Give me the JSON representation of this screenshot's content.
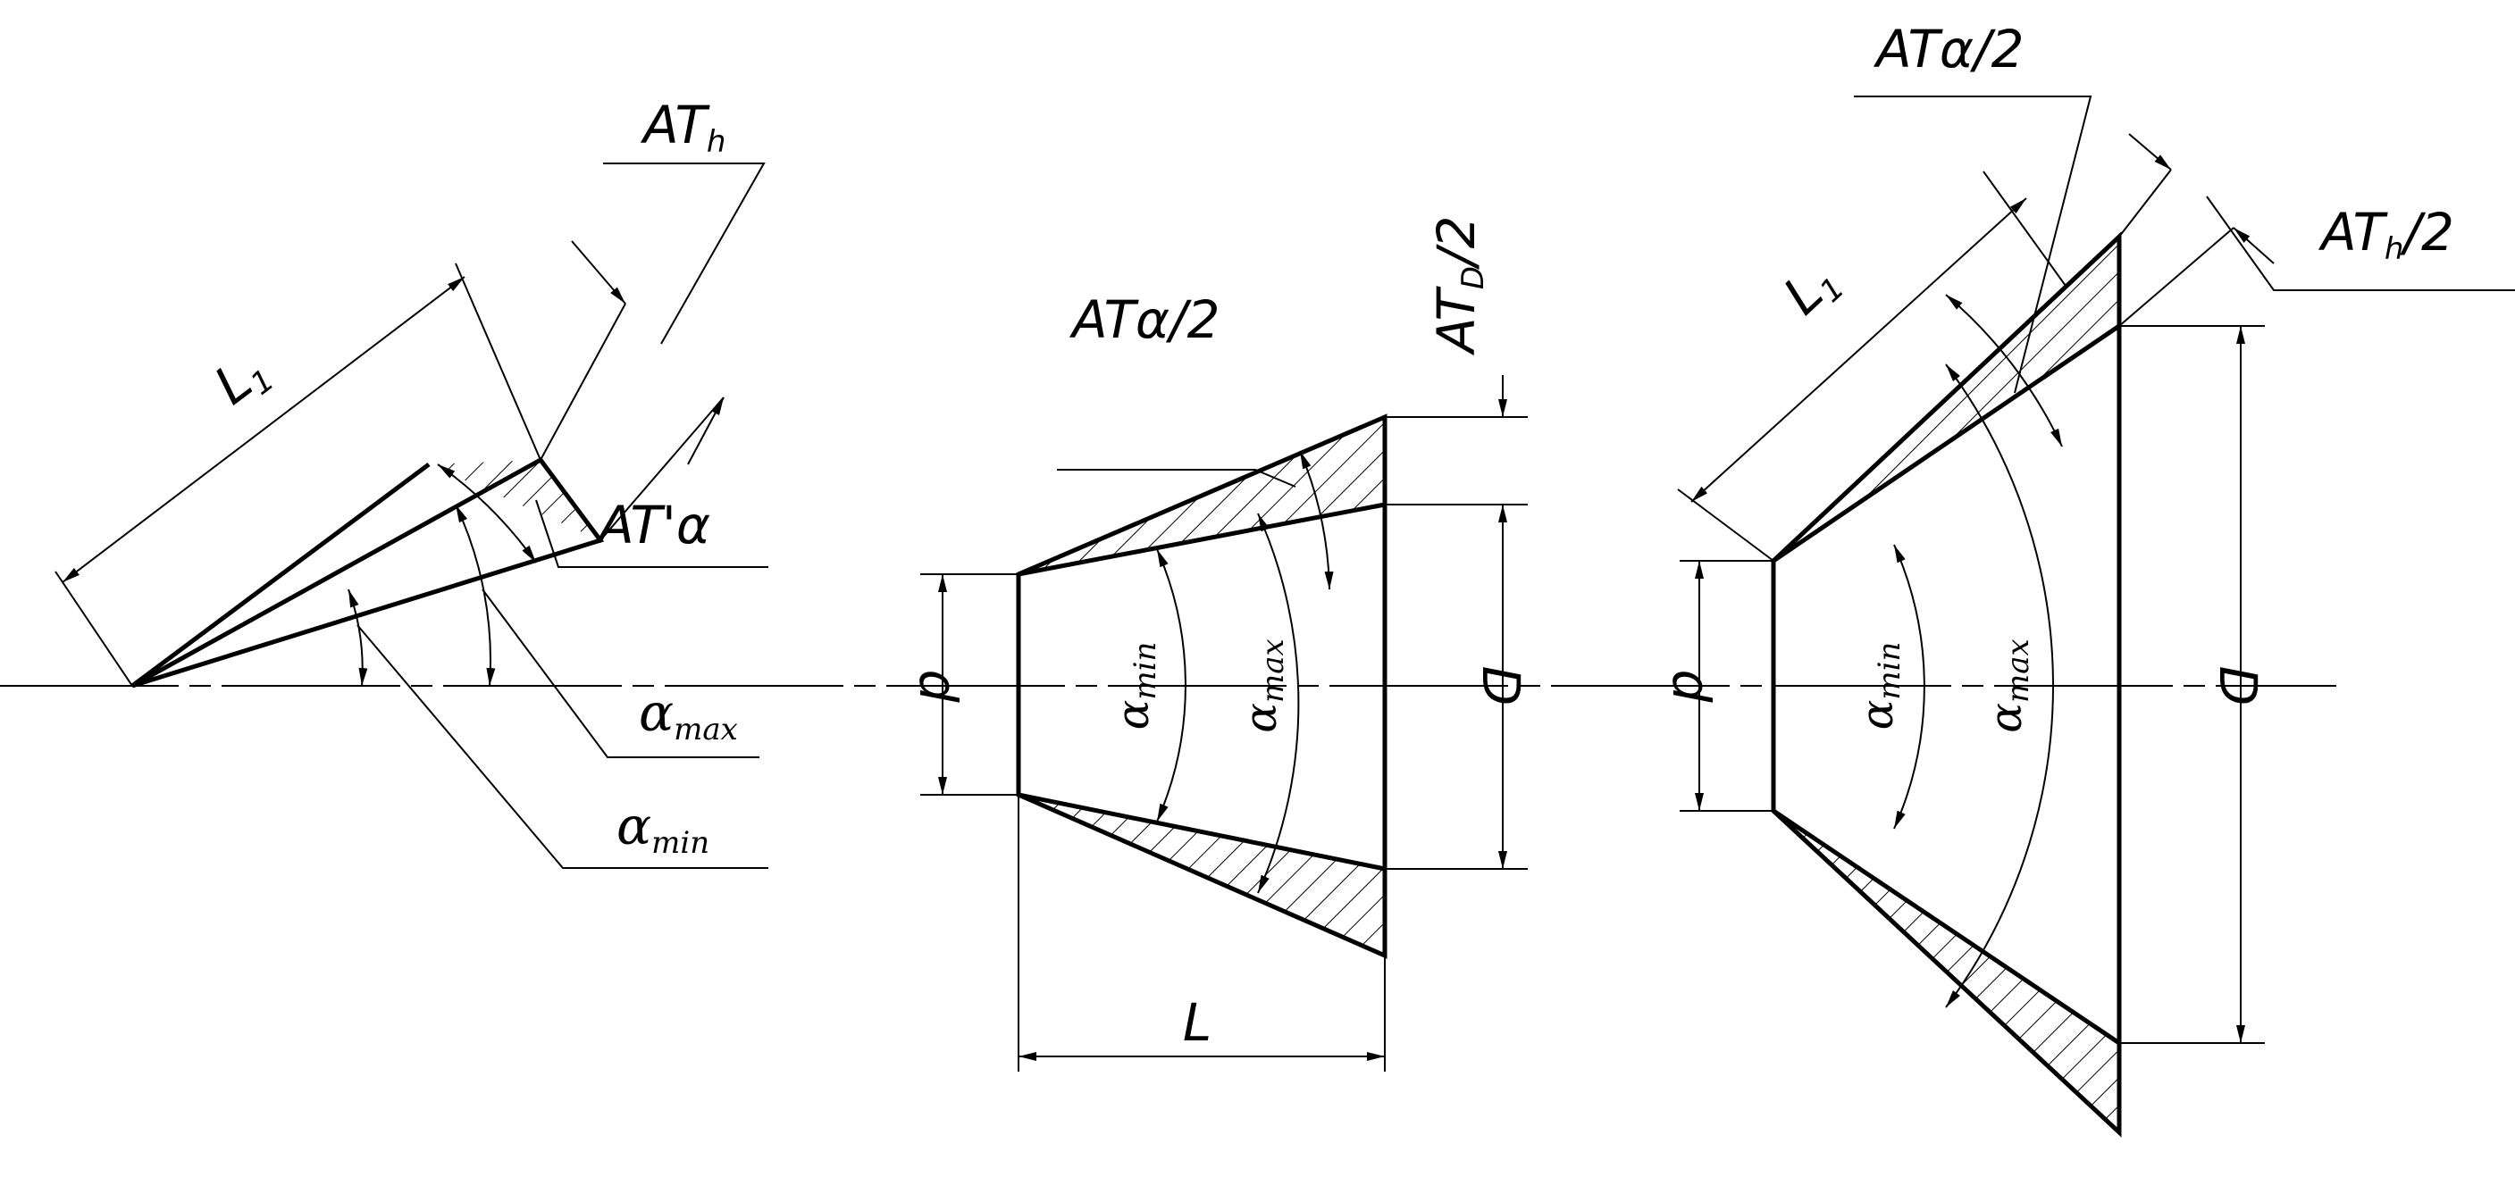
{
  "figures": [
    {
      "name": "tilted-cone-element",
      "labels": {
        "L1": {
          "main": "L",
          "sub": "1"
        },
        "ATh": {
          "main": "AT",
          "sub": "h"
        },
        "AT_prime_alpha": "AT'α",
        "alpha_max": {
          "main": "α",
          "sub": "max"
        },
        "alpha_min": {
          "main": "α",
          "sub": "min"
        }
      }
    },
    {
      "name": "cone-with-diameters",
      "labels": {
        "AT_alpha_half": "ATα/2",
        "AT_D_half": {
          "main": "AT",
          "sub": "D",
          "tail": "/2"
        },
        "d": "d",
        "D": "D",
        "L": "L",
        "alpha_min": {
          "main": "α",
          "sub": "min"
        },
        "alpha_max": {
          "main": "α",
          "sub": "max"
        }
      }
    },
    {
      "name": "cone-with-length",
      "labels": {
        "AT_alpha_half": "ATα/2",
        "ATh_half": {
          "main": "AT",
          "sub": "h",
          "tail": "/2"
        },
        "L1": {
          "main": "L",
          "sub": "1"
        },
        "d": "d",
        "D": "D",
        "alpha_min": {
          "main": "α",
          "sub": "min"
        },
        "alpha_max": {
          "main": "α",
          "sub": "max"
        }
      }
    }
  ]
}
